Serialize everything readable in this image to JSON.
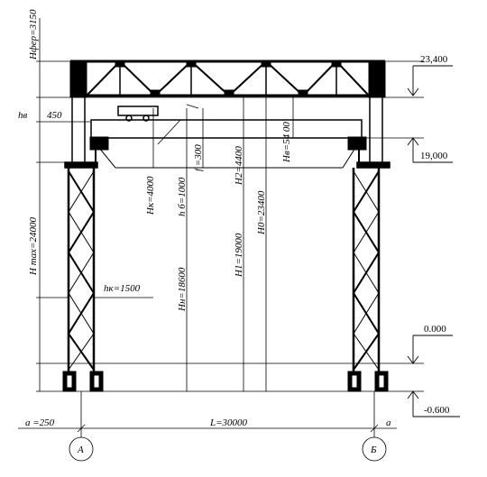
{
  "levels": {
    "truss_top": "23,400",
    "crane_rail": "19,000",
    "floor": "0.000",
    "foundation": "-0.600"
  },
  "dimensions": {
    "h_pr": "Hфер=3150",
    "h_v": "hв",
    "h_v_value": "450",
    "h_max": "H max=24000",
    "h_k": "Hк=4000",
    "h_b": "h б=1000",
    "f": "f =300",
    "h_n": "Hн=18600",
    "h2": "H2=4400",
    "h1": "H1=19000",
    "h0": "H0=23400",
    "h_v2": "Hв=54 00",
    "h_kol": "hк=1500",
    "a_left": "a =250",
    "a_right": "a",
    "span": "L=30000"
  },
  "axes": {
    "left": "А",
    "right": "Б"
  }
}
